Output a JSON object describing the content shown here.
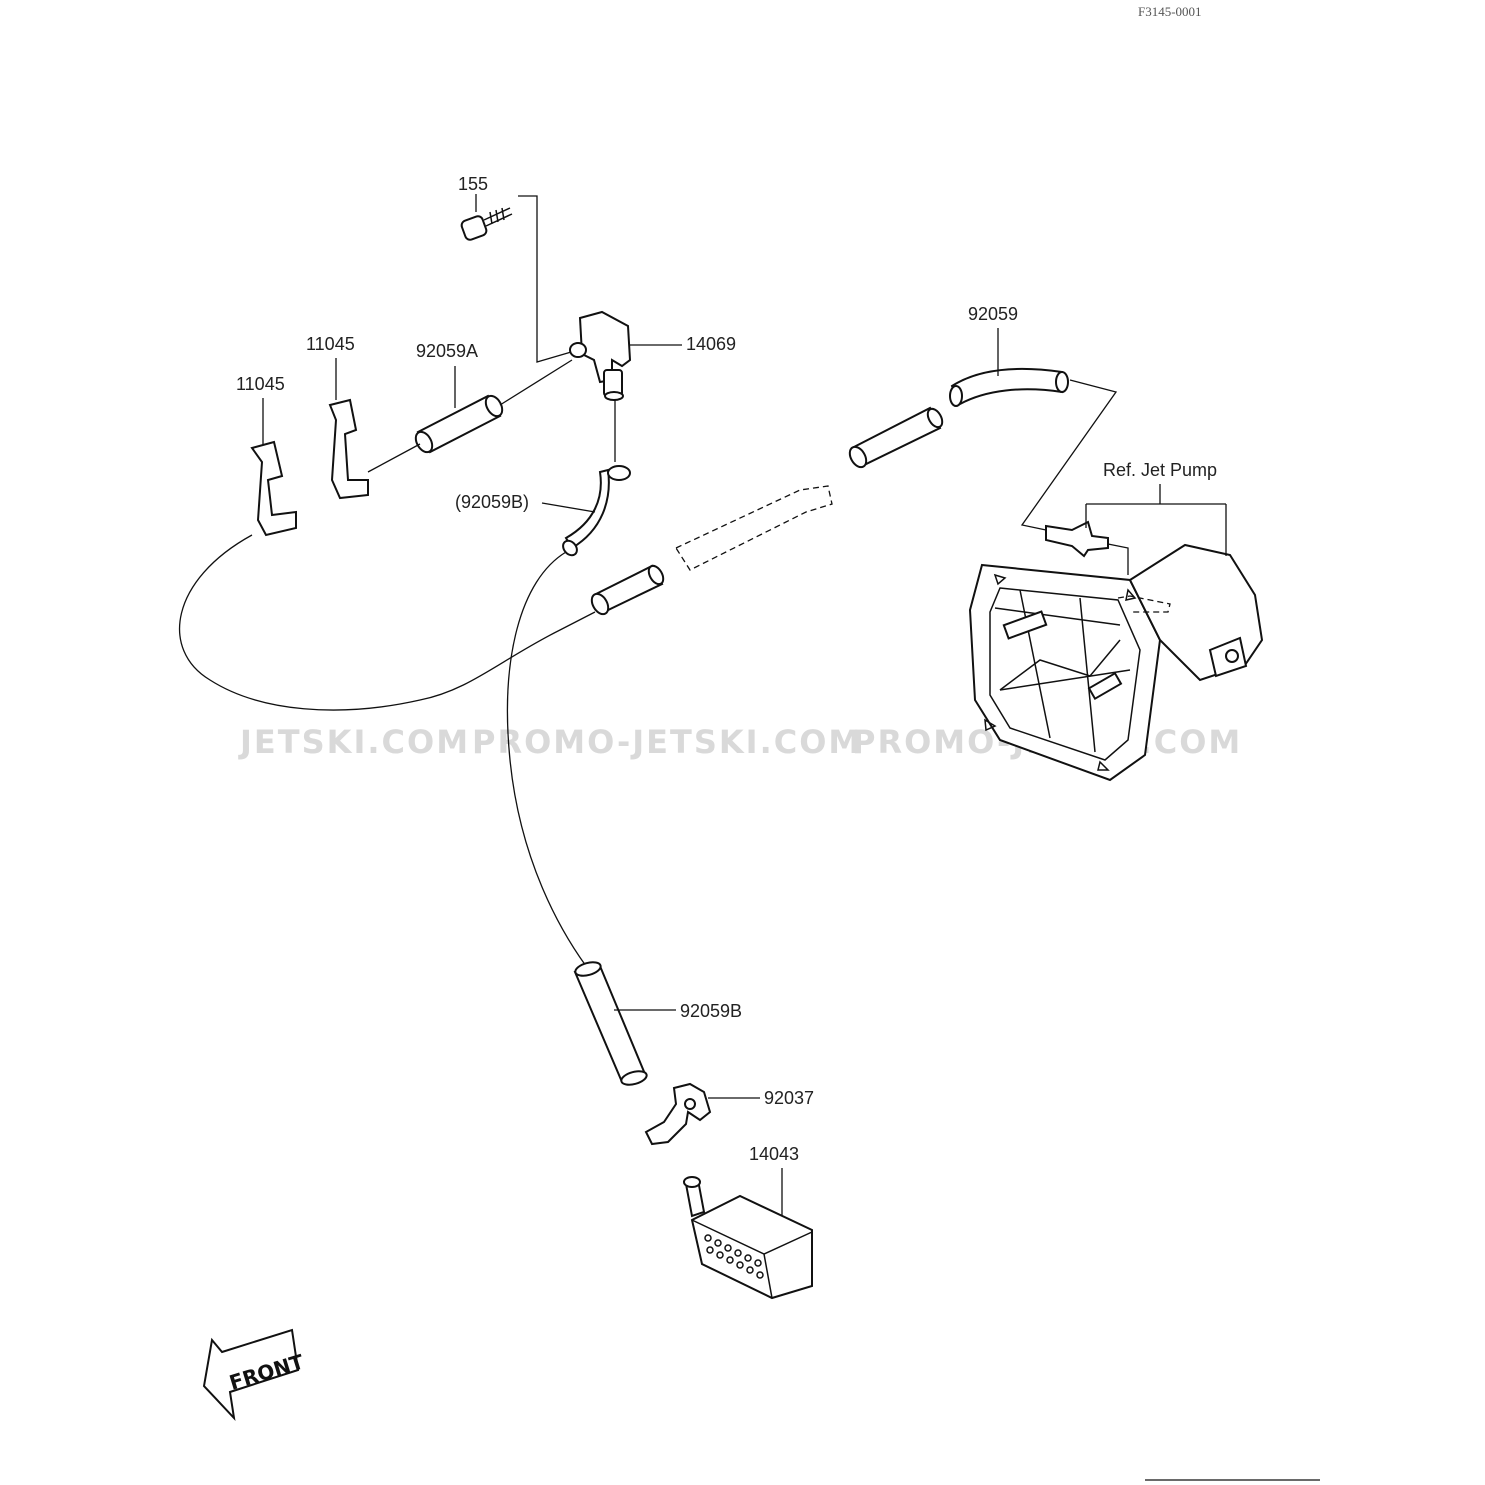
{
  "drawing_code": "F3145-0001",
  "labels": {
    "p155": "155",
    "p14069": "14069",
    "p92059A": "92059A",
    "p11045a": "11045",
    "p11045b": "11045",
    "p92059": "92059",
    "p92059B_paren": "(92059B)",
    "p92059B": "92059B",
    "p92037": "92037",
    "p14043": "14043",
    "ref_jet_pump": "Ref. Jet Pump"
  },
  "watermarks": [
    "JETSKI.COM",
    "PROMO-JETSKI.COM",
    "PROMO-JETSKI.COM"
  ],
  "front_arrow": "FRONT"
}
